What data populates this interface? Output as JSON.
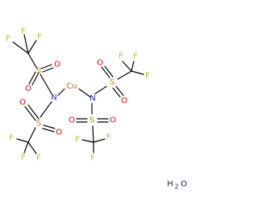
{
  "colors": {
    "F": "#9ACD32",
    "S": "#B8860B",
    "O": "#E00000",
    "N": "#2020C0",
    "Cu": "#C07000",
    "C": "#000000",
    "H2O": "#1a1a6e",
    "bond": "#000000"
  },
  "atoms": {
    "cu": "Cu",
    "n_left": "N",
    "n_right": "N",
    "s1": "S",
    "s2": "S",
    "s3": "S",
    "s4": "S",
    "o1a": "O",
    "o1b": "O",
    "o2a": "O",
    "o2b": "O",
    "o3a": "O",
    "o3b": "O",
    "o4a": "O",
    "o4b": "O",
    "f1a": "F",
    "f1b": "F",
    "f1c": "F",
    "f2a": "F",
    "f2b": "F",
    "f2c": "F",
    "f3a": "F",
    "f3b": "F",
    "f3c": "F",
    "f4a": "F",
    "f4b": "F",
    "f4c": "F"
  },
  "water": {
    "h": "H",
    "sub": "2",
    "o": "O"
  }
}
